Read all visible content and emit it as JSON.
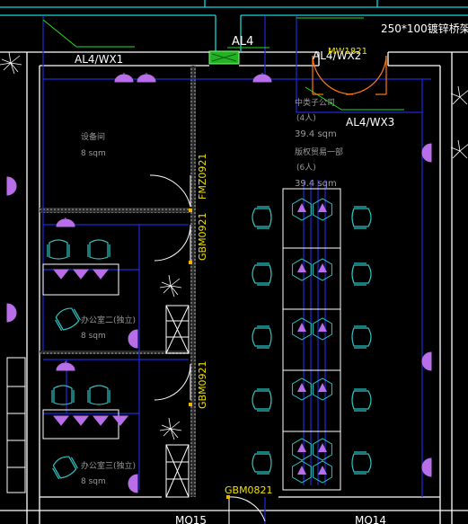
{
  "drawing": {
    "tray_label": "250*100镀锌桥架",
    "panel_labels": {
      "al4": "AL4",
      "al4_wx1": "AL4/WX1",
      "al4_wx2": "AL4/WX2",
      "al4_wx3": "AL4/WX3",
      "mw_code": "MW1821"
    },
    "rooms": [
      {
        "name": "设备间",
        "area": "8 sqm"
      },
      {
        "name": "办公室二(独立)",
        "area": "8 sqm"
      },
      {
        "name": "办公室三(独立)",
        "area": "8 sqm"
      },
      {
        "name": "中类子公司",
        "people": "(4人)",
        "area": "39.4 sqm"
      },
      {
        "name": "版权贸易一部",
        "people": "(6人)",
        "area": "39.4 sqm"
      }
    ],
    "door_codes": {
      "fm": "FMZ0921",
      "gbm_top": "GBM0921",
      "gbm_mid": "GBM0921",
      "gbm_bottom": "GBM0821",
      "mq_left": "MQ15",
      "mq_right": "MQ14"
    }
  },
  "colors": {
    "background": "#000000",
    "wall": "#ffffff",
    "wire": "#1e2ad8",
    "leader": "#22e022",
    "light": "#b86ee8",
    "door": "#ffffff",
    "door_code": "#f1e100",
    "furniture": "#2ec4c4",
    "room_text": "#9a9a9a",
    "annotation": "#ffffff",
    "cyan_line": "#14d7d7"
  }
}
